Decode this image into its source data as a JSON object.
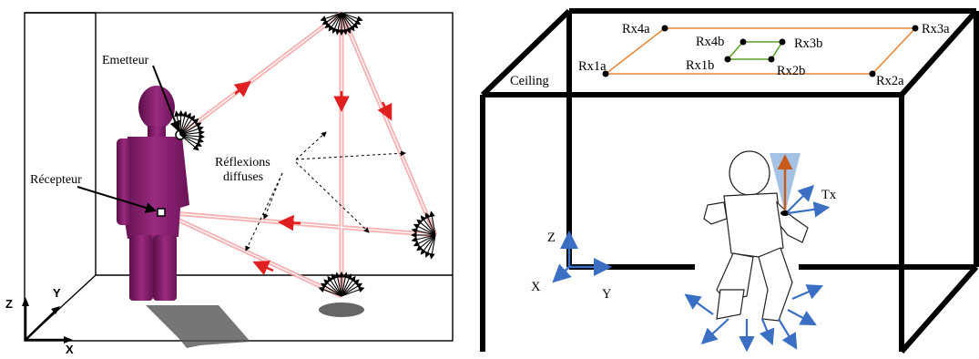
{
  "left_figure": {
    "labels": {
      "emitter": "Emetteur",
      "receiver": "Récepteur",
      "diffuse_line1": "Réflexions",
      "diffuse_line2": "diffuses"
    },
    "axes": {
      "z": "Z",
      "y": "Y",
      "x": "X"
    },
    "colors": {
      "ray": "#f4a6a6",
      "arrow": "#e02020",
      "person": "#8a1a6a"
    }
  },
  "right_figure": {
    "labels": {
      "ceiling": "Ceiling",
      "tx": "Tx",
      "rx4a": "Rx4a",
      "rx3a": "Rx3a",
      "rx1a": "Rx1a",
      "rx2a": "Rx2a",
      "rx4b": "Rx4b",
      "rx3b": "Rx3b",
      "rx1b": "Rx1b",
      "rx2b": "Rx2b"
    },
    "axes": {
      "z": "Z",
      "x": "X",
      "y": "Y"
    },
    "colors": {
      "outer_rect": "#e8873a",
      "inner_rect": "#5aa02c",
      "axis": "#3b6fc4",
      "beam": "#7fa8d8",
      "tx_arrow": "#c85a1a"
    }
  }
}
